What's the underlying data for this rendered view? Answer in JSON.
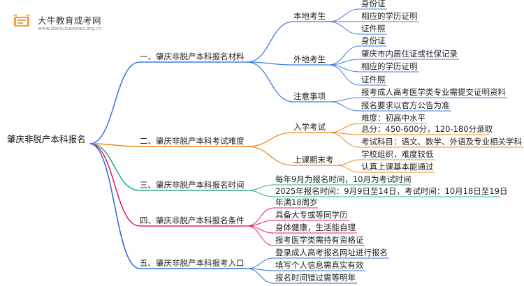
{
  "brand": {
    "name": "大牛教育成考网",
    "url": "www.daniuzueseao.org.cn"
  },
  "colors": {
    "b1": "#3d7de0",
    "b2": "#f08a1c",
    "b3": "#2bb673",
    "b4": "#e2226b",
    "b5": "#2f6fd8"
  },
  "mindmap": {
    "root": "肇庆非脱产本科报名",
    "branches": [
      {
        "label": "一、肇庆非脱产本科报名材料",
        "color": "b1",
        "children": [
          {
            "label": "本地考生",
            "children": [
              "身份证",
              "相应的学历证明",
              "证件照"
            ]
          },
          {
            "label": "外地考生",
            "children": [
              "身份证",
              "肇庆市内居住证或社保记录",
              "相应的学历证明",
              "证件照"
            ]
          },
          {
            "label": "注意事项",
            "children": [
              "报考成人高考医学类专业需提交证明资料",
              "报名要求以官方公告为准"
            ]
          }
        ]
      },
      {
        "label": "二、肇庆非脱产本科考试难度",
        "color": "b2",
        "children": [
          {
            "label": "入学考试",
            "children": [
              "难度：初高中水平",
              "总分：450-600分，120-180分录取",
              "考试科目：语文、数学、外语及专业相关学科"
            ]
          },
          {
            "label": "上课期末考",
            "children": [
              "学校组织，难度较低",
              "认真上课基本能通过"
            ]
          }
        ]
      },
      {
        "label": "三、肇庆非脱产本科报名时间",
        "color": "b3",
        "children": [
          "每年9月为报名时间，10月为考试时间",
          "2025年报名时间：9月9日至14日，考试时间：10月18日至19日"
        ]
      },
      {
        "label": "四、肇庆非脱产本科报名条件",
        "color": "b4",
        "children": [
          "年满18周岁",
          "具备大专或等同学历",
          "身体健康，生活能自理",
          "报考医学类需持有资格证"
        ]
      },
      {
        "label": "五、肇庆非脱产本科报考入口",
        "color": "b5",
        "children": [
          "登录成人高考报名网址进行报名",
          "填写个人信息需真实有效",
          "报名时间错过需等明年"
        ]
      }
    ]
  }
}
